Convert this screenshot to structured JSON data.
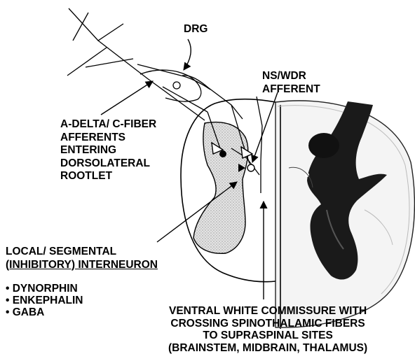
{
  "diagram": {
    "labels": {
      "drg": "DRG",
      "ns_wdr": [
        "NS/WDR",
        "AFFERENT"
      ],
      "a_delta": [
        "A-DELTA/ C-FIBER",
        "AFFERENTS",
        "ENTERING",
        "DORSOLATERAL",
        "ROOTLET"
      ],
      "local_segmental": [
        "LOCAL/ SEGMENTAL",
        "(INHIBITORY) INTERNEURON"
      ],
      "neurotransmitters": [
        "• DYNORPHIN",
        "• ENKEPHALIN",
        "• GABA"
      ],
      "ventral_commissure": [
        "VENTRAL WHITE COMMISSURE WITH",
        "CROSSING SPINOTHALAMIC FIBERS",
        "TO SUPRASPINAL SITES",
        "(BRAINSTEM, MIDBRAIN, THALAMUS)"
      ]
    },
    "colors": {
      "ink": "#000000",
      "stipple_fill": "#d9d9d9",
      "background": "#ffffff",
      "tissue": "#f2f2f2",
      "grey_matter": "#1a1a1a"
    }
  }
}
